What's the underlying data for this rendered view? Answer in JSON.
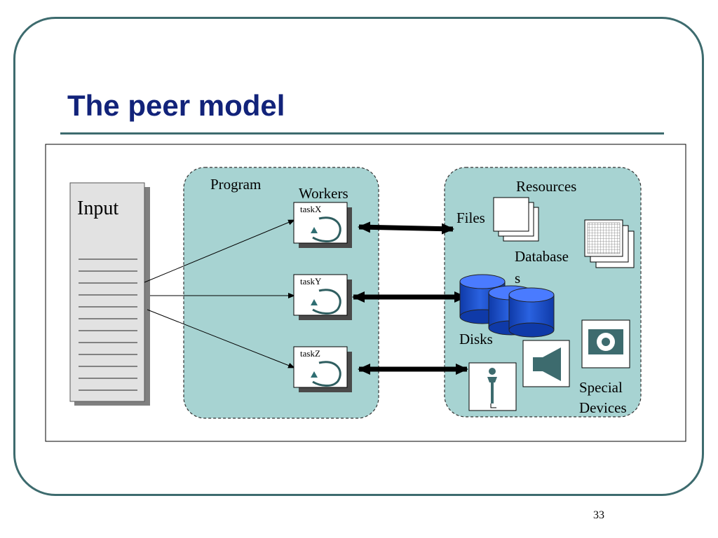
{
  "slide": {
    "title": "The peer model",
    "page_number": "33"
  },
  "diagram": {
    "input_label": "Input",
    "program_label": "Program",
    "workers_label": "Workers",
    "tasks": [
      "taskX",
      "taskY",
      "taskZ"
    ],
    "resources_label": "Resources",
    "files_label": "Files",
    "databases_label_line1": "Database",
    "databases_label_line2": "s",
    "disks_label": "Disks",
    "special_devices_line1": "Special",
    "special_devices_line2": "Devices"
  },
  "colors": {
    "title": "#12237a",
    "frame": "#3d6b6e",
    "panel_fill": "#a7d3d2",
    "disk_blue": "#1a4fcc",
    "icon_teal": "#3d6b6e"
  }
}
